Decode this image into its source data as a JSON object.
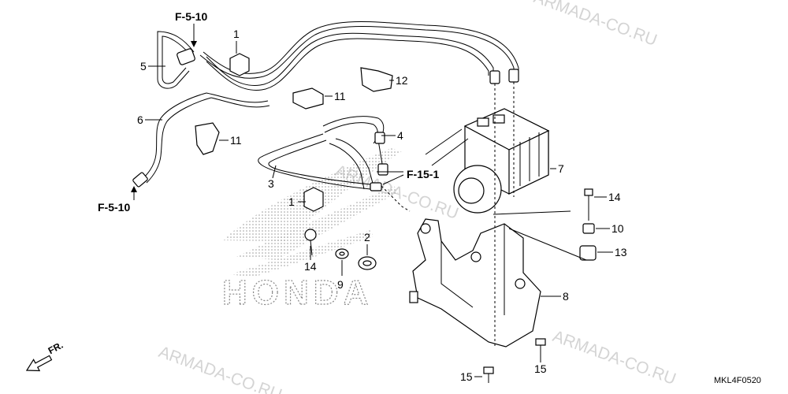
{
  "diagram": {
    "code": "MKL4F0520",
    "direction_label": "FR.",
    "brand_mark": "HONDA",
    "watermark": "ARMADA-CO.RU",
    "refs": {
      "top_left": "F-5-10",
      "bottom_left": "F-5-10",
      "middle": "F-15-1"
    },
    "callouts": {
      "c1a": "1",
      "c1b": "1",
      "c2": "2",
      "c3": "3",
      "c4": "4",
      "c5": "5",
      "c6": "6",
      "c7": "7",
      "c8": "8",
      "c9": "9",
      "c10": "10",
      "c11a": "11",
      "c11b": "11",
      "c12": "12",
      "c13": "13",
      "c14a": "14",
      "c14b": "14",
      "c15a": "15",
      "c15b": "15"
    }
  }
}
